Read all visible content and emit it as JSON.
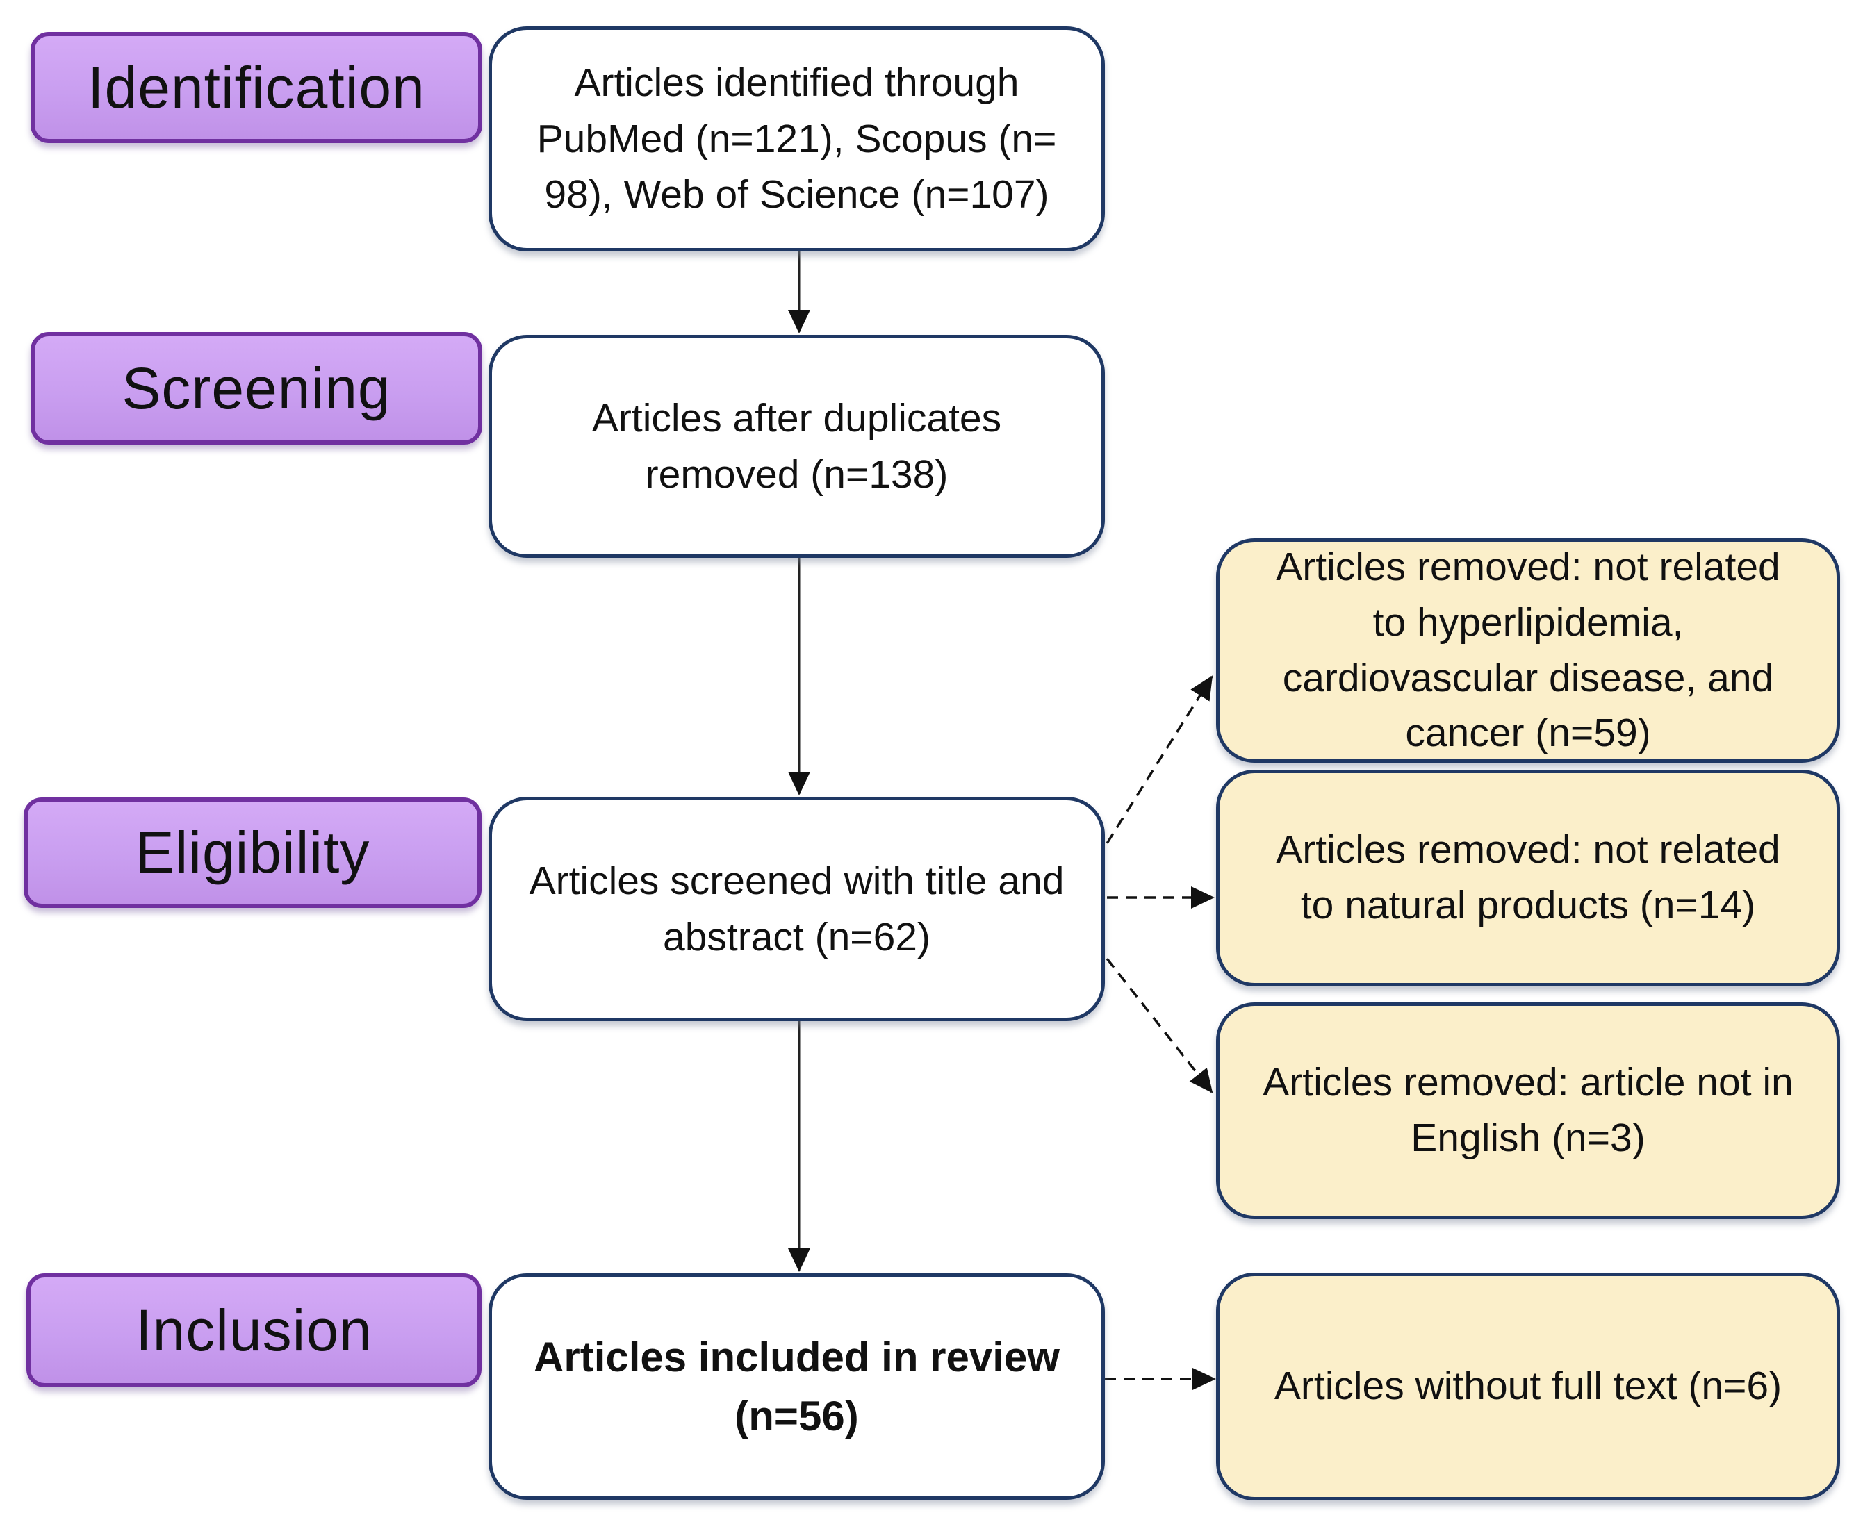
{
  "colors": {
    "stage_fill": "#c99ef0",
    "stage_border": "#7030a0",
    "node_border": "#1f3864",
    "process_fill": "#ffffff",
    "exclusion_fill": "#fbefca",
    "arrow": "#111111",
    "text": "#111111"
  },
  "stages": [
    {
      "label": "Identification"
    },
    {
      "label": "Screening"
    },
    {
      "label": "Eligibility"
    },
    {
      "label": "Inclusion"
    }
  ],
  "process_boxes": [
    {
      "text": "Articles identified through\nPubMed (n=121), Scopus (n=\n98), Web of Science (n=107)"
    },
    {
      "text": "Articles after duplicates\nremoved (n=138)"
    },
    {
      "text": "Articles screened with title and\nabstract (n=62)"
    },
    {
      "text": "Articles included in review\n(n=56)"
    }
  ],
  "exclusion_boxes": [
    {
      "text": "Articles removed: not related\nto hyperlipidemia,\ncardiovascular disease, and\ncancer (n=59)"
    },
    {
      "text": "Articles removed: not related\nto natural products (n=14)"
    },
    {
      "text": "Articles removed: article not in\nEnglish (n=3)"
    },
    {
      "text": "Articles without full text (n=6)"
    }
  ]
}
